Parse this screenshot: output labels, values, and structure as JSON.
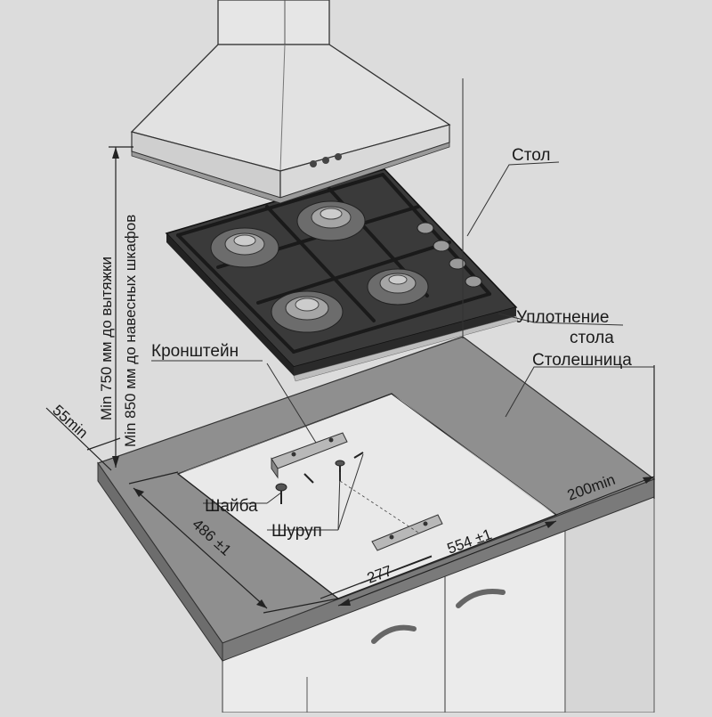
{
  "labels": {
    "stol": "Стол",
    "uplotnenie_line1": "Уплотнение",
    "uplotnenie_line2": "стола",
    "kronshtein": "Кронштейн",
    "stoleshnitsa": "Столешница",
    "shaiba": "Шайба",
    "shurup": "Шуруп"
  },
  "dimensions": {
    "hood_clearance": "Min 750 мм до вытяжки",
    "cabinet_clearance": "Min 850 мм до навесных шкафов",
    "edge_offset": "55min",
    "side_offset": "200min",
    "cutout_depth": "486 ±1",
    "cutout_width": "554 ±1",
    "bracket_spacing": "277"
  },
  "colors": {
    "background": "#dcdcdc",
    "countertop": "#8c8c8c",
    "countertop_edge": "#6a6a6a",
    "hob_glass": "#3c3c3c",
    "cabinet": "#e8e8e8",
    "burner_metal": "#9a9a9a"
  }
}
